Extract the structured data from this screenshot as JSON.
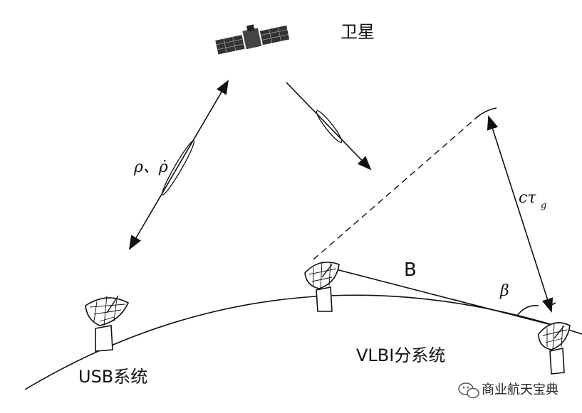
{
  "labels": {
    "satellite": "卫星",
    "range": "ρ、ρ̇",
    "delay": "cτ",
    "delay_sub": "g",
    "baseline": "B",
    "angle": "β",
    "usb_system": "USB系统",
    "vlbi_system": "VLBI分系统"
  },
  "watermark": {
    "text": "商业航天宝典",
    "icon": "wechat-icon"
  },
  "colors": {
    "line": "#111111",
    "background": "#ffffff"
  }
}
